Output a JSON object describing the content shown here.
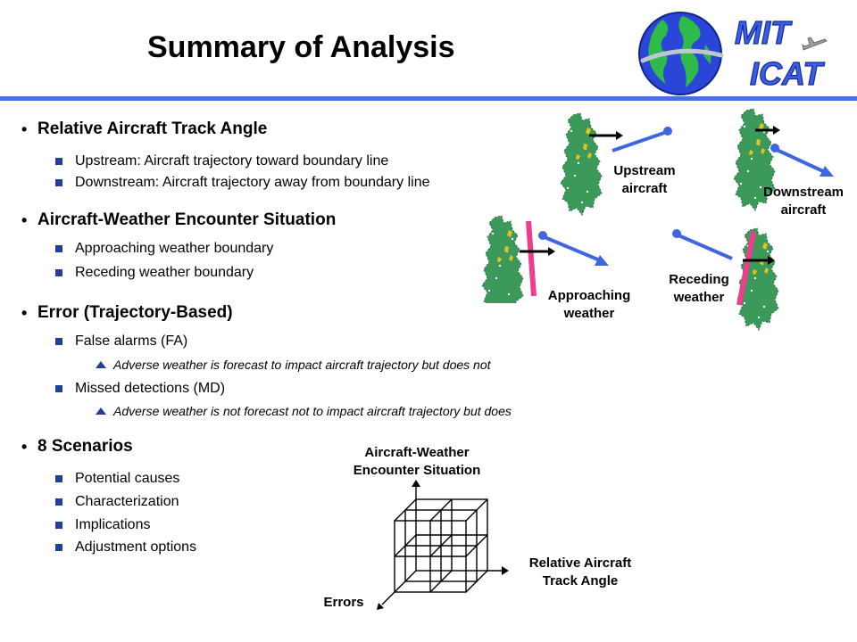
{
  "title": "Summary of Analysis",
  "logo": {
    "line1": "MIT",
    "line2": "ICAT"
  },
  "bullets": [
    {
      "label": "Relative Aircraft Track Angle",
      "items": [
        {
          "text": "Upstream: Aircraft trajectory toward boundary line"
        },
        {
          "text": "Downstream: Aircraft trajectory away from boundary line"
        }
      ]
    },
    {
      "label": "Aircraft-Weather Encounter Situation",
      "items": [
        {
          "text": "Approaching weather boundary"
        },
        {
          "text": "Receding weather boundary"
        }
      ]
    },
    {
      "label": "Error (Trajectory-Based)",
      "items": [
        {
          "text": "False alarms (FA)",
          "sub": "Adverse weather is forecast to impact aircraft trajectory but does not"
        },
        {
          "text": "Missed detections (MD)",
          "sub": "Adverse weather is not forecast not to impact aircraft trajectory but does"
        }
      ]
    },
    {
      "label": "8 Scenarios",
      "items": [
        {
          "text": "Potential causes"
        },
        {
          "text": "Characterization"
        },
        {
          "text": "Implications"
        },
        {
          "text": "Adjustment options"
        }
      ]
    }
  ],
  "diagrams": {
    "upstream": {
      "line1": "Upstream",
      "line2": "aircraft"
    },
    "downstream": {
      "line1": "Downstream",
      "line2": "aircraft"
    },
    "approaching": {
      "line1": "Approaching",
      "line2": "weather"
    },
    "receding": {
      "line1": "Receding",
      "line2": "weather"
    }
  },
  "cube": {
    "top_line1": "Aircraft-Weather",
    "top_line2": "Encounter Situation",
    "right_line1": "Relative Aircraft",
    "right_line2": "Track Angle",
    "bottom": "Errors"
  },
  "colors": {
    "weather_green": "#3b9a5a",
    "cell_yellow": "#e8c21a",
    "boundary_pink": "#ee3d8f",
    "trajectory_blue": "#3d66e0",
    "title_rule": "#4a6fe0",
    "bullet_blue": "#1f3f99"
  }
}
